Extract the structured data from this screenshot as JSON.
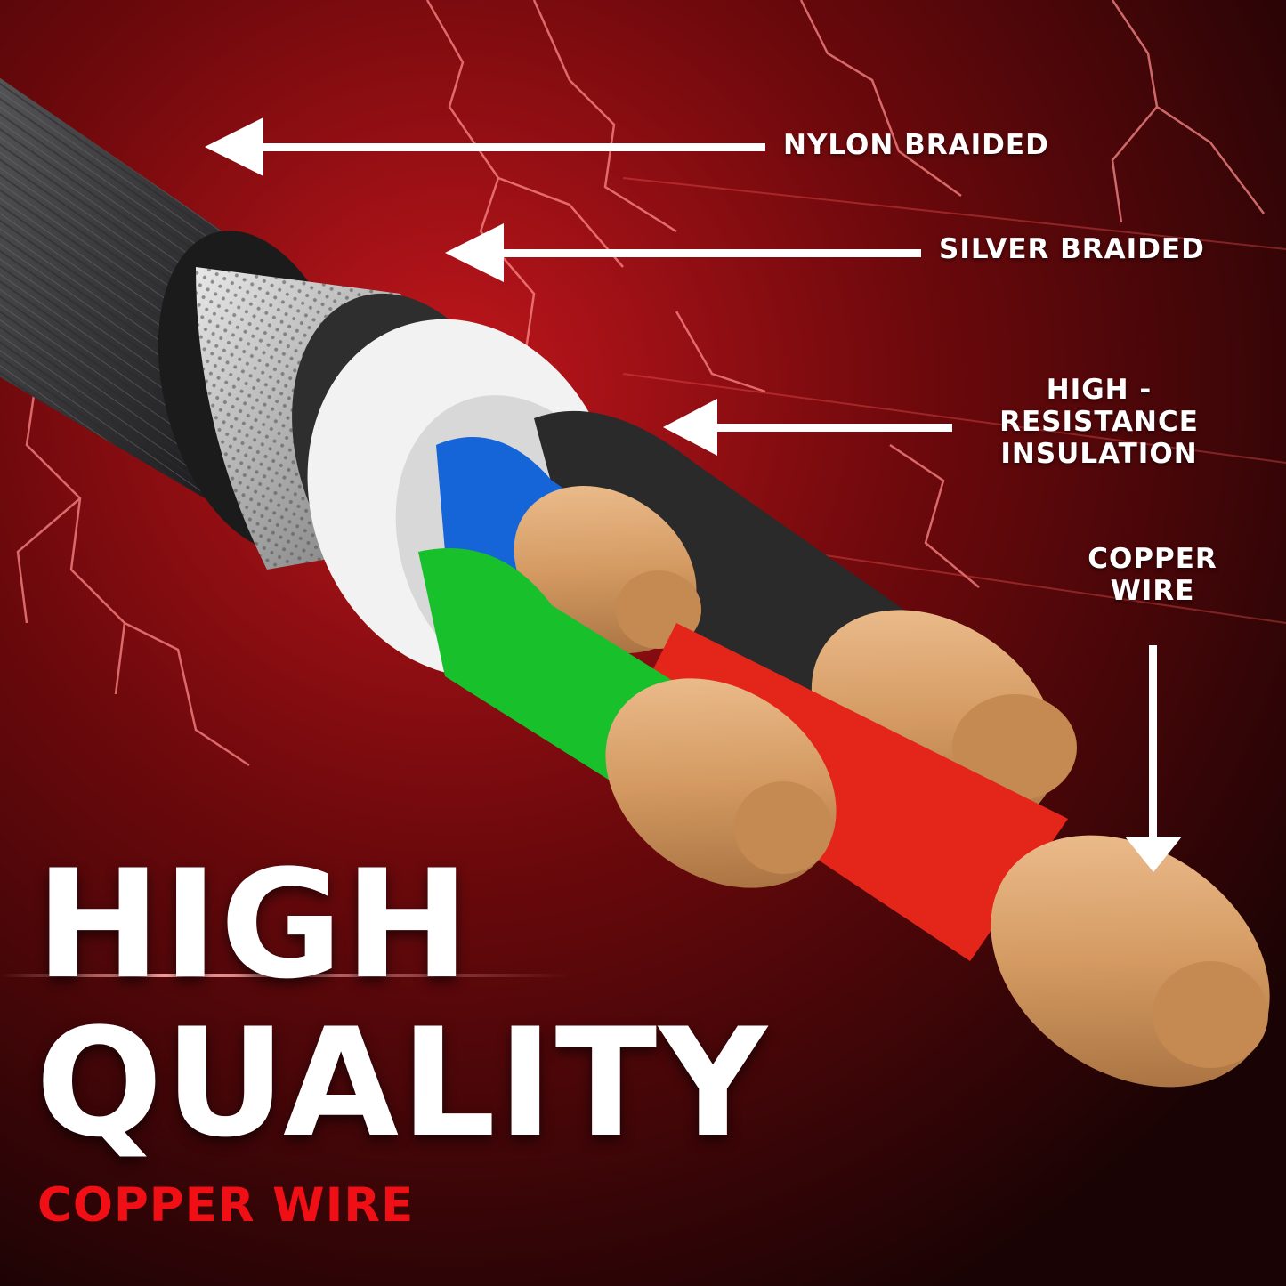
{
  "labels": {
    "nylon": "NYLON BRAIDED",
    "silver": "SILVER BRAIDED",
    "insulation": [
      "HIGH -",
      "RESISTANCE",
      "INSULATION"
    ],
    "copper": [
      "COPPER",
      "WIRE"
    ]
  },
  "headline": {
    "line1": "HIGH",
    "line2": "QUALITY",
    "subline": "COPPER WIRE"
  },
  "colors": {
    "background": "#7a0a0e",
    "accent_red": "#f00f14",
    "text": "#ffffff",
    "copper": "#d9a066",
    "wire_blue": "#1565d8",
    "wire_green": "#18c02c",
    "wire_red": "#e4261a",
    "wire_black": "#2a2a2a"
  }
}
